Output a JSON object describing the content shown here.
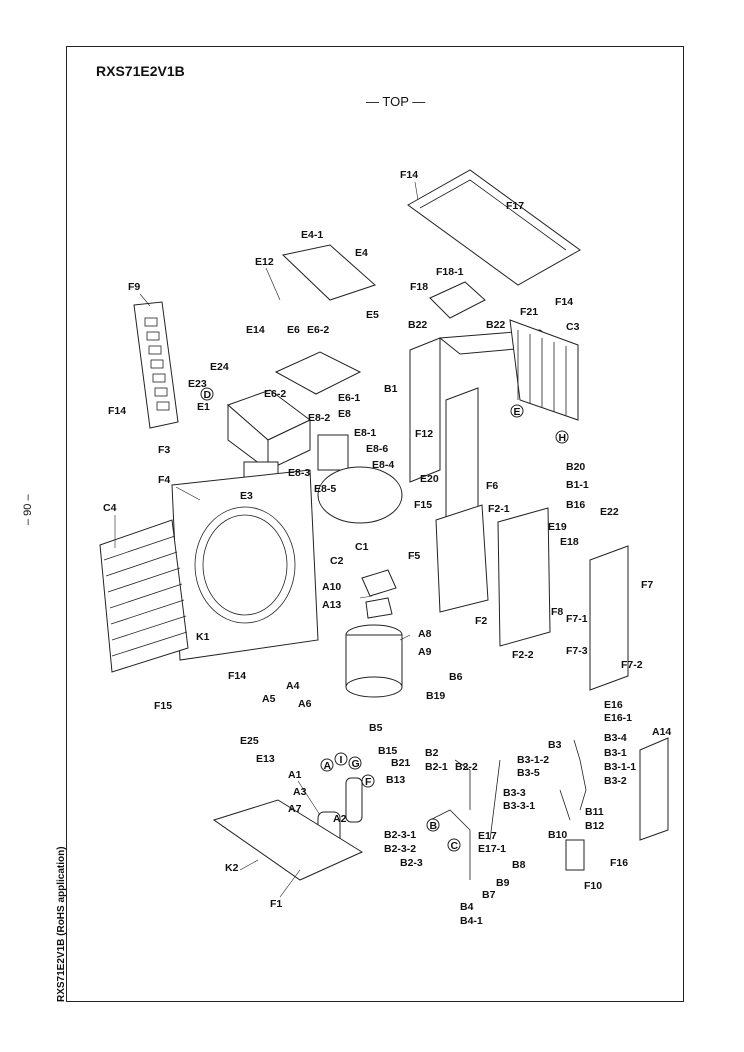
{
  "page": {
    "model": "RXS71E2V1B",
    "view": "— TOP —",
    "page_number": "– 90 –",
    "side_caption": "RXS71E2V1B (RoHS application)"
  },
  "labels": {
    "F14a": "F14",
    "F17": "F17",
    "E4_1": "E4-1",
    "E4": "E4",
    "E12": "E12",
    "F18_1": "F18-1",
    "F18": "F18",
    "F14b": "F14",
    "F9": "F9",
    "E14": "E14",
    "E6": "E6",
    "E6_2a": "E6-2",
    "E5": "E5",
    "B22a": "B22",
    "B22b": "B22",
    "F21": "F21",
    "C3": "C3",
    "E24": "E24",
    "E23": "E23",
    "B1": "B1",
    "F14c": "F14",
    "E1": "E1",
    "E6_2b": "E6-2",
    "E6_1": "E6-1",
    "E8_2": "E8-2",
    "E8": "E8",
    "E8_1": "E8-1",
    "F12": "F12",
    "E8_6": "E8-6",
    "F3": "F3",
    "E8_3": "E8-3",
    "E8_4": "E8-4",
    "E20": "E20",
    "B20": "B20",
    "B1_1": "B1-1",
    "E8_5": "E8-5",
    "E3": "E3",
    "F4": "F4",
    "F6": "F6",
    "B16": "B16",
    "F15a": "F15",
    "F2_1": "F2-1",
    "C4": "C4",
    "E22": "E22",
    "E19": "E19",
    "E18": "E18",
    "C2": "C2",
    "C1": "C1",
    "F5": "F5",
    "F7": "F7",
    "A10": "A10",
    "F8": "F8",
    "F7_1": "F7-1",
    "A13": "A13",
    "F2": "F2",
    "A8": "A8",
    "K1": "K1",
    "A9": "A9",
    "F2_2": "F2-2",
    "F7_3": "F7-3",
    "F7_2": "F7-2",
    "F14d": "F14",
    "F15b": "F15",
    "B6": "B6",
    "A4": "A4",
    "B19": "B19",
    "A5": "A5",
    "A6": "A6",
    "E16": "E16",
    "E16_1": "E16-1",
    "A14": "A14",
    "E25": "E25",
    "B5": "B5",
    "E13": "E13",
    "B3_4": "B3-4",
    "B15": "B15",
    "B3_1": "B3-1",
    "B2": "B2",
    "B3": "B3",
    "B2_1": "B2-1",
    "B2_2": "B2-2",
    "B3_1_2": "B3-1-2",
    "B3_1_1": "B3-1-1",
    "A1": "A1",
    "B21": "B21",
    "B3_5": "B3-5",
    "B3_2": "B3-2",
    "A3": "A3",
    "B13": "B13",
    "B3_3": "B3-3",
    "A7": "A7",
    "B3_3_1": "B3-3-1",
    "B11": "B11",
    "A2": "A2",
    "B12": "B12",
    "E17": "E17",
    "B10": "B10",
    "B2_3_1": "B2-3-1",
    "E17_1": "E17-1",
    "B2_3_2": "B2-3-2",
    "F16": "F16",
    "B8": "B8",
    "B2_3": "B2-3",
    "K2": "K2",
    "B9": "B9",
    "F10": "F10",
    "B7": "B7",
    "F1": "F1",
    "B4": "B4",
    "B4_1": "B4-1"
  },
  "markers": {
    "A": "A",
    "B": "B",
    "C": "C",
    "D": "D",
    "E": "E",
    "F": "F",
    "G": "G",
    "H": "H",
    "I": "I"
  }
}
